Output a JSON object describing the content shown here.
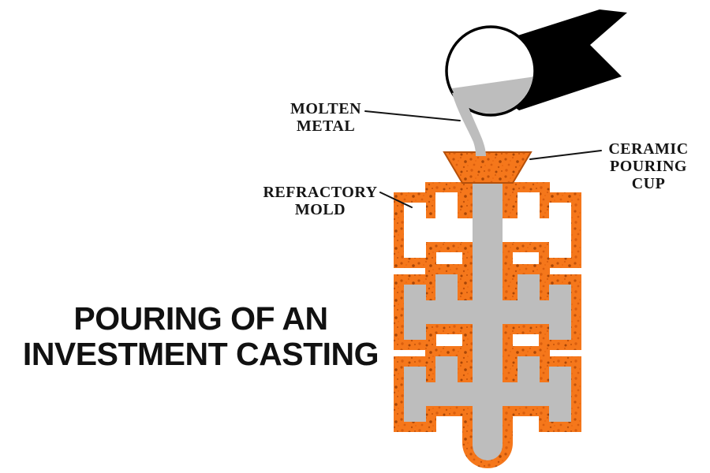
{
  "title": {
    "line1": "POURING OF AN",
    "line2": "INVESTMENT CASTING"
  },
  "labels": {
    "molten_metal": {
      "line1": "MOLTEN",
      "line2": "METAL"
    },
    "ceramic_cup": {
      "line1": "CERAMIC",
      "line2": "POURING",
      "line3": "CUP"
    },
    "refractory_mold": {
      "line1": "REFRACTORY",
      "line2": "MOLD"
    }
  },
  "colors": {
    "background": "#FFFFFF",
    "mold_orange": "#F5771B",
    "mold_speckle_dark": "#C2520A",
    "mold_outline": "#B5500A",
    "molten_metal_gray": "#BDBDBD",
    "cavity_white": "#FFFFFF",
    "ladle_black": "#000000",
    "line_black": "#141414"
  },
  "diagram": {
    "subject": "Pouring of an investment casting",
    "components": {
      "ladle": "ladle with molten metal",
      "stream": "molten metal stream",
      "cup": "ceramic pouring cup",
      "mold": "refractory mold with sprue and branch cavities"
    }
  }
}
